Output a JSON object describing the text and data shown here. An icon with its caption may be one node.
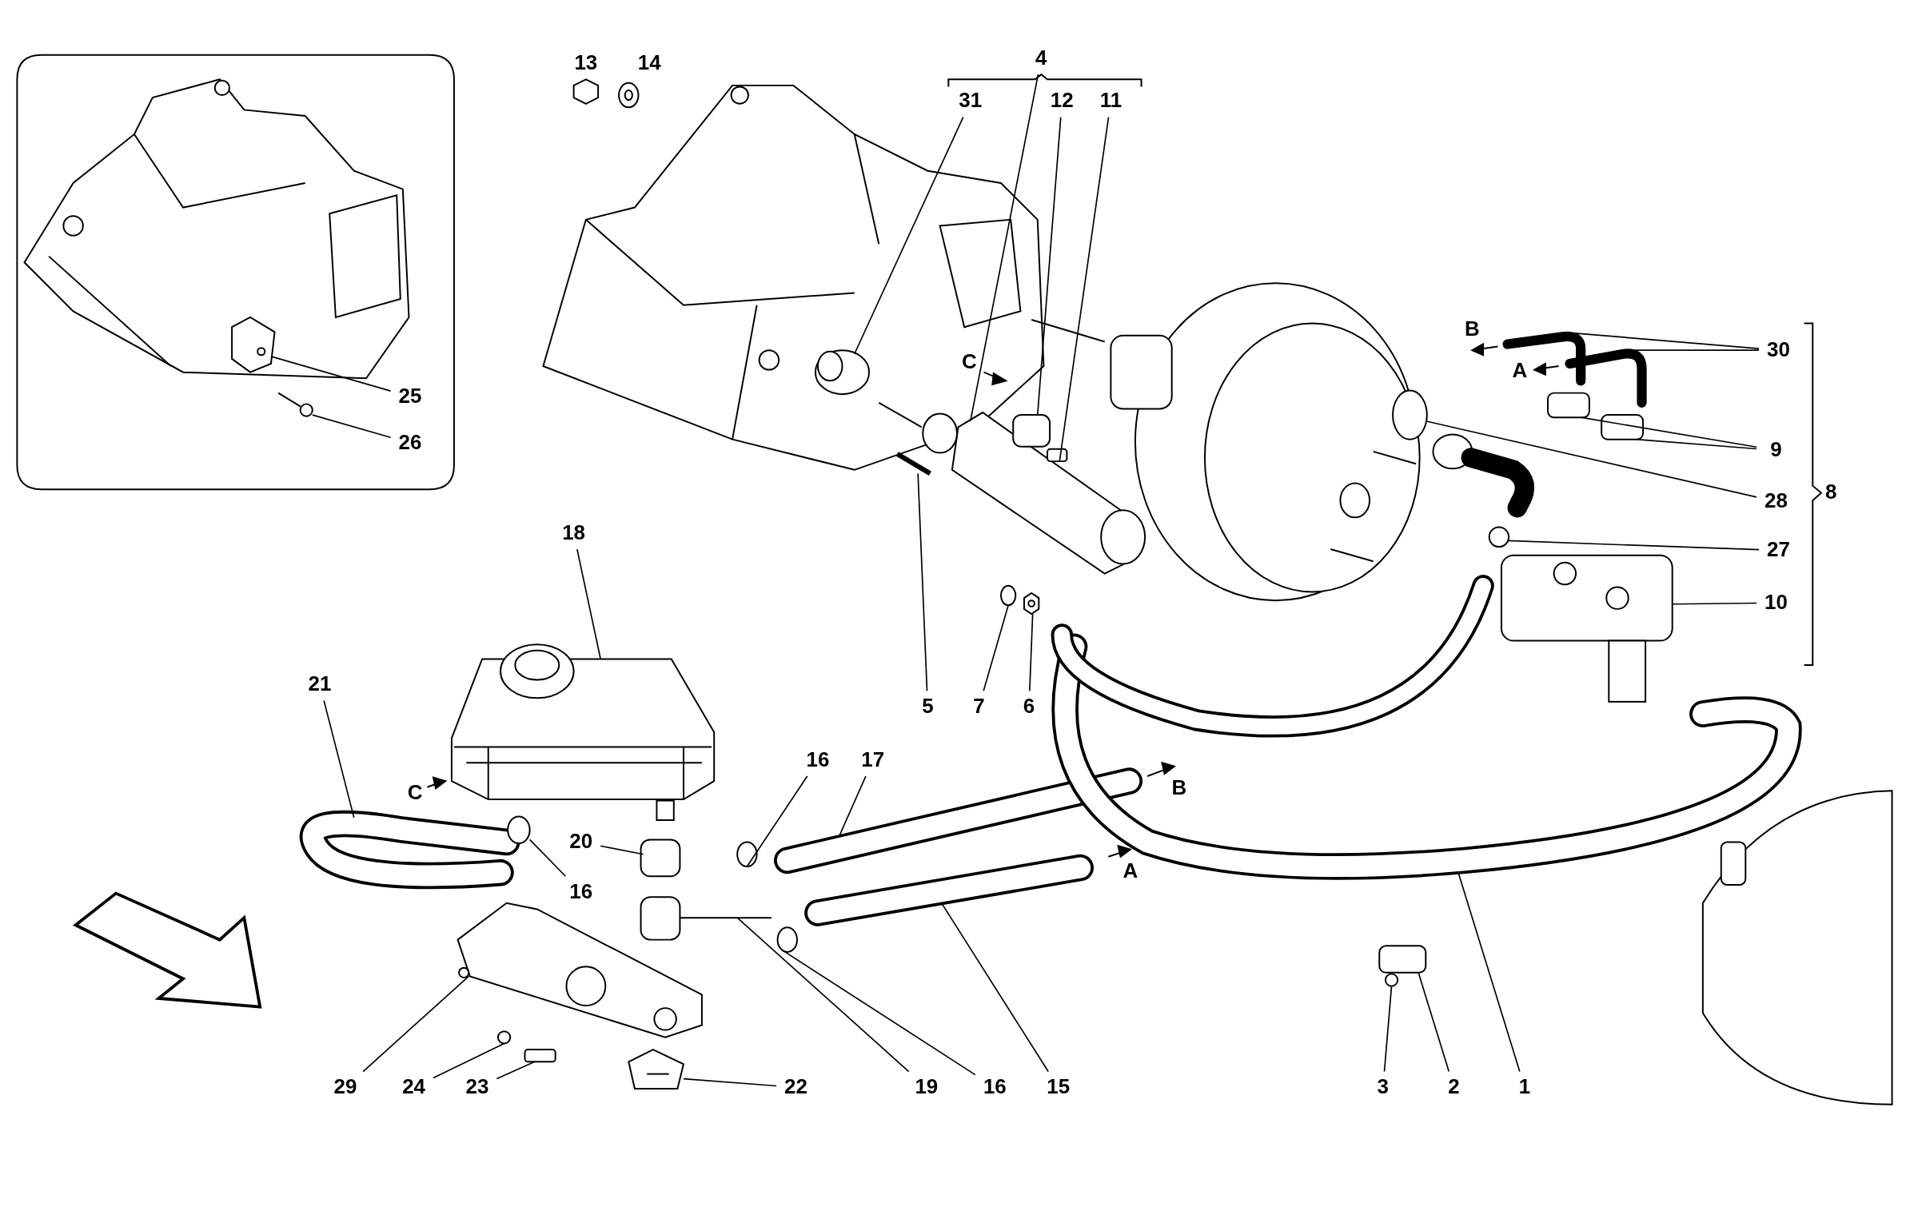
{
  "diagram": {
    "nodes": [
      {
        "text": [
          "4"
        ]
      },
      {
        "text": [
          "31"
        ]
      },
      {
        "text": [
          "12"
        ]
      },
      {
        "text": [
          "11"
        ]
      },
      {
        "text": [
          "30"
        ]
      },
      {
        "text": [
          "9"
        ]
      },
      {
        "text": [
          "28"
        ]
      },
      {
        "text": [
          "27"
        ]
      },
      {
        "text": [
          "10"
        ]
      },
      {
        "text": [
          "25"
        ]
      },
      {
        "text": [
          "26"
        ]
      },
      {
        "text": [
          "18"
        ]
      },
      {
        "text": [
          "21"
        ]
      },
      {
        "text": [
          "5"
        ]
      },
      {
        "text": [
          "7"
        ]
      },
      {
        "text": [
          "6"
        ]
      },
      {
        "text": [
          "16"
        ]
      },
      {
        "text": [
          "17"
        ]
      },
      {
        "text": [
          "20"
        ]
      },
      {
        "text": [
          "16"
        ]
      },
      {
        "text": [
          "29"
        ]
      },
      {
        "text": [
          "24"
        ]
      },
      {
        "text": [
          "23"
        ]
      },
      {
        "text": [
          "22"
        ]
      },
      {
        "text": [
          "19"
        ]
      },
      {
        "text": [
          "16"
        ]
      },
      {
        "text": [
          "15"
        ]
      },
      {
        "text": [
          "3"
        ]
      },
      {
        "text": [
          "2"
        ]
      },
      {
        "text": [
          "1"
        ]
      },
      {
        "text": [],
        "shape": "picture"
      },
      {
        "text": [],
        "shape": "picture"
      },
      {
        "text": [],
        "shape": "box"
      },
      {
        "text": [],
        "shape": "box"
      },
      {
        "text": [],
        "shape": "picture"
      },
      {
        "text": [],
        "shape": "picture"
      },
      {
        "text": [],
        "shape": "box"
      },
      {
        "text": [],
        "shape": "box"
      },
      {
        "text": [],
        "shape": "circle"
      },
      {
        "text": [],
        "shape": "circle"
      },
      {
        "text": [],
        "shape": "picture"
      },
      {
        "text": [],
        "shape": "picture"
      },
      {
        "text": [],
        "shape": "picture"
      },
      {
        "text": [],
        "shape": "picture"
      },
      {
        "text": [],
        "shape": "picture"
      },
      {
        "text": [],
        "shape": "picture"
      },
      {
        "text": [],
        "shape": "circle"
      },
      {
        "text": [],
        "shape": "picture"
      },
      {
        "text": [],
        "shape": "circle"
      },
      {
        "text": [],
        "shape": "picture"
      },
      {
        "text": [],
        "shape": "box"
      },
      {
        "text": [],
        "shape": "circle"
      },
      {
        "text": [],
        "shape": "picture"
      },
      {
        "text": [],
        "shape": "circle"
      },
      {
        "text": [],
        "shape": "box"
      },
      {
        "text": [],
        "shape": "picture"
      },
      {
        "text": [],
        "shape": "picture"
      },
      {
        "text": [],
        "shape": "circle"
      },
      {
        "text": [],
        "shape": "picture"
      },
      {
        "text": [],
        "shape": "circle"
      },
      {
        "text": [],
        "shape": "box"
      },
      {
        "text": [],
        "shape": "picture"
      }
    ],
    "edges": [
      {
        "from": 0,
        "to": 30,
        "arrow": "none"
      },
      {
        "from": 1,
        "to": 31,
        "arrow": "none"
      },
      {
        "from": 2,
        "to": 32,
        "arrow": "none"
      },
      {
        "from": 3,
        "to": 33,
        "arrow": "none"
      },
      {
        "from": 4,
        "to": 34,
        "arrow": "none"
      },
      {
        "from": 4,
        "to": 35,
        "arrow": "none"
      },
      {
        "from": 5,
        "to": 36,
        "arrow": "none"
      },
      {
        "from": 5,
        "to": 37,
        "arrow": "none"
      },
      {
        "from": 6,
        "to": 38,
        "arrow": "none"
      },
      {
        "from": 7,
        "to": 39,
        "arrow": "none"
      },
      {
        "from": 8,
        "to": 40,
        "arrow": "none"
      },
      {
        "from": 9,
        "to": 41,
        "arrow": "none"
      },
      {
        "from": 10,
        "to": 42,
        "arrow": "none"
      },
      {
        "from": 11,
        "to": 43,
        "arrow": "none"
      },
      {
        "from": 12,
        "to": 44,
        "arrow": "none"
      },
      {
        "from": 13,
        "to": 45,
        "arrow": "none"
      },
      {
        "from": 14,
        "to": 46,
        "arrow": "none"
      },
      {
        "from": 15,
        "to": 47,
        "arrow": "none"
      },
      {
        "from": 16,
        "to": 48,
        "arrow": "none"
      },
      {
        "from": 17,
        "to": 49,
        "arrow": "none"
      },
      {
        "from": 18,
        "to": 50,
        "arrow": "none"
      },
      {
        "from": 19,
        "to": 51,
        "arrow": "none"
      },
      {
        "from": 20,
        "to": 52,
        "arrow": "none"
      },
      {
        "from": 21,
        "to": 53,
        "arrow": "none"
      },
      {
        "from": 22,
        "to": 54,
        "arrow": "none"
      },
      {
        "from": 23,
        "to": 55,
        "arrow": "none"
      },
      {
        "from": 24,
        "to": 56,
        "arrow": "none"
      },
      {
        "from": 25,
        "to": 57,
        "arrow": "none"
      },
      {
        "from": 26,
        "to": 58,
        "arrow": "none"
      },
      {
        "from": 27,
        "to": 59,
        "arrow": "none"
      },
      {
        "from": 28,
        "to": 60,
        "arrow": "none"
      },
      {
        "from": 29,
        "to": 61,
        "arrow": "none"
      }
    ],
    "labels": [
      "13",
      "14",
      "8",
      "B",
      "A",
      "C",
      "C",
      "B",
      "A"
    ]
  }
}
